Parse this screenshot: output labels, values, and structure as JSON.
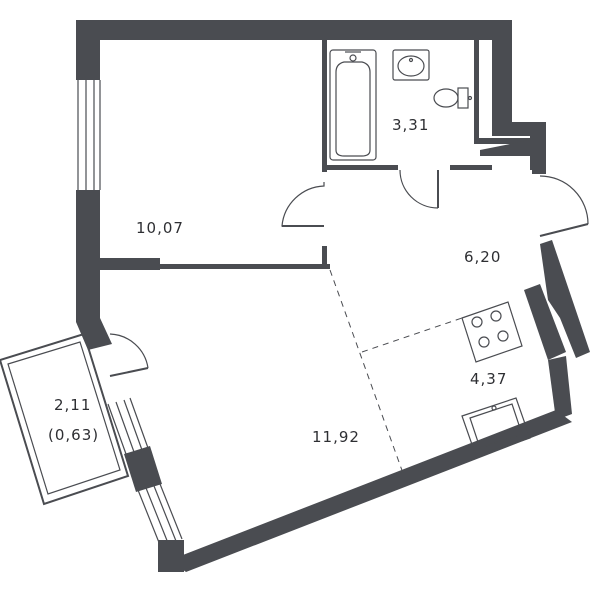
{
  "rooms": {
    "bedroom_area": "10,07",
    "bathroom_area": "3,31",
    "hall_area": "6,20",
    "kitchen_area": "4,37",
    "living_area": "11,92",
    "balcony_area": "2,11",
    "balcony_area_reduced": "(0,63)"
  },
  "colors": {
    "wall": "#4a4c51",
    "background": "#ffffff"
  }
}
